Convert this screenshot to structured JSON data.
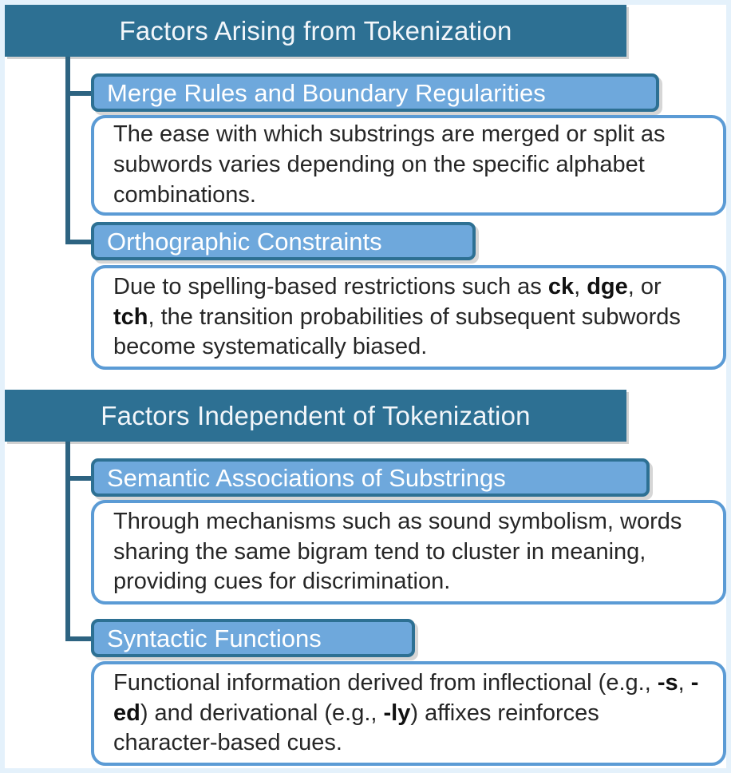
{
  "diagram": {
    "title": "Factors Arising from Tokenization / Factors Independent of Tokenization",
    "colors": {
      "page_border": "#e4f1fb",
      "canvas": "#ffffff",
      "section_header_fill": "#2d7093",
      "sub_header_fill": "#6ea8dc",
      "sub_header_border": "#2d7093",
      "body_border": "#5b9bd5",
      "connector": "#2d6381",
      "header_text": "#f2f6fa",
      "body_text": "#262626"
    },
    "sections": [
      {
        "id": "tokenization-dependent",
        "header": "Factors Arising from Tokenization",
        "items": [
          {
            "id": "merge-rules",
            "sub_header": "Merge Rules and Boundary Regularities",
            "body_html": "The ease with which substrings are merged or split as subwords varies depending on the specific alphabet combinations."
          },
          {
            "id": "orthographic-constraints",
            "sub_header": "Orthographic Constraints",
            "body_html": "Due to spelling-based restrictions such as <b>ck</b>, <b>dge</b>, or <b>tch</b>, the transition probabilities of subsequent subwords become systematically biased."
          }
        ]
      },
      {
        "id": "tokenization-independent",
        "header": "Factors Independent of Tokenization",
        "items": [
          {
            "id": "semantic-associations",
            "sub_header": "Semantic Associations of Substrings",
            "body_html": "Through mechanisms such as sound symbolism, words sharing the same bigram tend to cluster in meaning, providing cues for discrimination."
          },
          {
            "id": "syntactic-functions",
            "sub_header": "Syntactic Functions",
            "body_html": "Functional information derived from inflectional (e.g., <b>-s</b>, <b>-ed</b>) and derivational (e.g., <b>-ly</b>) affixes reinforces character-based cues."
          }
        ]
      }
    ]
  }
}
